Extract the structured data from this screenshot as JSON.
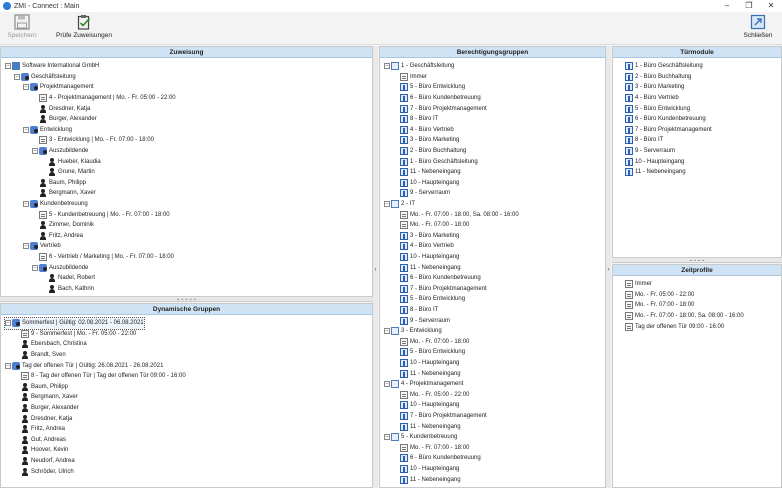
{
  "window": {
    "title": "ZMI - Connect : Main"
  },
  "toolbar": {
    "save_label": "Speichern",
    "check_label": "Prüfe Zuweisungen",
    "close_label": "Schließen"
  },
  "panels": {
    "zuweisung": {
      "title": "Zuweisung"
    },
    "dynamic": {
      "title": "Dynamische Gruppen"
    },
    "berechtigung": {
      "title": "Berechtigungsgruppen"
    },
    "tuermodule": {
      "title": "Türmodule"
    },
    "zeitprofile": {
      "title": "Zeitprofile"
    }
  },
  "zuweisung_tree": [
    {
      "level": 0,
      "exp": "-",
      "icon": "company",
      "text": "Software International GmbH"
    },
    {
      "level": 1,
      "exp": "-",
      "icon": "grp",
      "text": "Geschäftsleitung"
    },
    {
      "level": 2,
      "exp": "-",
      "icon": "grp",
      "text": "Projektmanagement"
    },
    {
      "level": 3,
      "exp": "",
      "icon": "sched",
      "text": "4 - Projektmanagement | Mo. - Fr. 05:00 - 22:00"
    },
    {
      "level": 3,
      "exp": "",
      "icon": "person",
      "text": "Dresdner, Katja"
    },
    {
      "level": 3,
      "exp": "",
      "icon": "person",
      "text": "Burger, Alexander"
    },
    {
      "level": 2,
      "exp": "-",
      "icon": "grp",
      "text": "Entwicklung"
    },
    {
      "level": 3,
      "exp": "",
      "icon": "sched",
      "text": "3 - Entwicklung | Mo. - Fr. 07:00 - 18:00"
    },
    {
      "level": 3,
      "exp": "-",
      "icon": "grp",
      "text": "Auszubildende"
    },
    {
      "level": 4,
      "exp": "",
      "icon": "person",
      "text": "Hueber, Klaudia"
    },
    {
      "level": 4,
      "exp": "",
      "icon": "person",
      "text": "Grune, Martin"
    },
    {
      "level": 3,
      "exp": "",
      "icon": "person",
      "text": "Baum, Philipp"
    },
    {
      "level": 3,
      "exp": "",
      "icon": "person",
      "text": "Bergmann, Xaver"
    },
    {
      "level": 2,
      "exp": "-",
      "icon": "grp",
      "text": "Kundenbetreuung"
    },
    {
      "level": 3,
      "exp": "",
      "icon": "sched",
      "text": "5 - Kundenbetreuung | Mo. - Fr. 07:00 - 18:00"
    },
    {
      "level": 3,
      "exp": "",
      "icon": "person",
      "text": "Zimmer, Dominik"
    },
    {
      "level": 3,
      "exp": "",
      "icon": "person",
      "text": "Fritz, Andrea"
    },
    {
      "level": 2,
      "exp": "-",
      "icon": "grp",
      "text": "Vertrieb"
    },
    {
      "level": 3,
      "exp": "",
      "icon": "sched",
      "text": "6 - Vertrieb / Marketing | Mo. - Fr. 07:00 - 18:00"
    },
    {
      "level": 3,
      "exp": "-",
      "icon": "grp",
      "text": "Auszubildende"
    },
    {
      "level": 4,
      "exp": "",
      "icon": "person",
      "text": "Nadel, Robert"
    },
    {
      "level": 4,
      "exp": "",
      "icon": "person",
      "text": "Bach, Kathrin"
    }
  ],
  "dynamic_tree": [
    {
      "level": 0,
      "exp": "-",
      "icon": "grp",
      "text": "Sommerfest | Gültig: 02.08.2021 - 06.08.2021",
      "selected": true
    },
    {
      "level": 1,
      "exp": "",
      "icon": "sched",
      "text": "9 - Sommerfest | Mo. - Fr. 05:00 - 22:00"
    },
    {
      "level": 1,
      "exp": "",
      "icon": "person",
      "text": "Ebersbach, Christina"
    },
    {
      "level": 1,
      "exp": "",
      "icon": "person",
      "text": "Brandt, Sven"
    },
    {
      "level": 0,
      "exp": "-",
      "icon": "grp",
      "text": "Tag der offenen Tür | Gültig: 26.08.2021 - 26.08.2021"
    },
    {
      "level": 1,
      "exp": "",
      "icon": "sched",
      "text": "8 - Tag der offenen Tür  | Tag der offenen Tür 09:00 - 16:00"
    },
    {
      "level": 1,
      "exp": "",
      "icon": "person",
      "text": "Baum, Philipp"
    },
    {
      "level": 1,
      "exp": "",
      "icon": "person",
      "text": "Bergmann, Xaver"
    },
    {
      "level": 1,
      "exp": "",
      "icon": "person",
      "text": "Burger, Alexander"
    },
    {
      "level": 1,
      "exp": "",
      "icon": "person",
      "text": "Dresdner, Katja"
    },
    {
      "level": 1,
      "exp": "",
      "icon": "person",
      "text": "Fritz, Andrea"
    },
    {
      "level": 1,
      "exp": "",
      "icon": "person",
      "text": "Gut, Andreas"
    },
    {
      "level": 1,
      "exp": "",
      "icon": "person",
      "text": "Hoover, Kevin"
    },
    {
      "level": 1,
      "exp": "",
      "icon": "person",
      "text": "Neudorf, Andrea"
    },
    {
      "level": 1,
      "exp": "",
      "icon": "person",
      "text": "Schröder, Ulrich"
    }
  ],
  "berechtigung_tree": [
    {
      "level": 0,
      "exp": "-",
      "icon": "ruleb",
      "text": "1 - Geschäftsleitung"
    },
    {
      "level": 1,
      "exp": "",
      "icon": "sched",
      "text": "Immer"
    },
    {
      "level": 1,
      "exp": "",
      "icon": "door",
      "text": "5 - Büro Entwicklung"
    },
    {
      "level": 1,
      "exp": "",
      "icon": "door",
      "text": "6 - Büro Kundenbetreuung"
    },
    {
      "level": 1,
      "exp": "",
      "icon": "door",
      "text": "7 - Büro Projektmanagement"
    },
    {
      "level": 1,
      "exp": "",
      "icon": "door",
      "text": "8 - Büro IT"
    },
    {
      "level": 1,
      "exp": "",
      "icon": "door",
      "text": "4 - Büro Vertrieb"
    },
    {
      "level": 1,
      "exp": "",
      "icon": "door",
      "text": "3 - Büro Marketing"
    },
    {
      "level": 1,
      "exp": "",
      "icon": "door",
      "text": "2 - Büro Buchhaltung"
    },
    {
      "level": 1,
      "exp": "",
      "icon": "door",
      "text": "1 - Büro Geschäftsleitung"
    },
    {
      "level": 1,
      "exp": "",
      "icon": "door",
      "text": "11 - Nebeneingang"
    },
    {
      "level": 1,
      "exp": "",
      "icon": "door",
      "text": "10 - Haupteingang"
    },
    {
      "level": 1,
      "exp": "",
      "icon": "door",
      "text": "9 - Serverraum"
    },
    {
      "level": 0,
      "exp": "-",
      "icon": "ruleb",
      "text": "2 - IT"
    },
    {
      "level": 1,
      "exp": "",
      "icon": "sched",
      "text": "Mo. - Fr. 07:00 - 18:00, Sa. 08:00 - 16:00"
    },
    {
      "level": 1,
      "exp": "",
      "icon": "sched",
      "text": "Mo. - Fr. 07:00 - 18:00"
    },
    {
      "level": 1,
      "exp": "",
      "icon": "door",
      "text": "3 - Büro Marketing"
    },
    {
      "level": 1,
      "exp": "",
      "icon": "door",
      "text": "4 - Büro Vertrieb"
    },
    {
      "level": 1,
      "exp": "",
      "icon": "door",
      "text": "10 - Haupteingang"
    },
    {
      "level": 1,
      "exp": "",
      "icon": "door",
      "text": "11 - Nebeneingang"
    },
    {
      "level": 1,
      "exp": "",
      "icon": "door",
      "text": "6 - Büro Kundenbetreuung"
    },
    {
      "level": 1,
      "exp": "",
      "icon": "door",
      "text": "7 - Büro Projektmanagement"
    },
    {
      "level": 1,
      "exp": "",
      "icon": "door",
      "text": "5 - Büro Entwicklung"
    },
    {
      "level": 1,
      "exp": "",
      "icon": "door",
      "text": "8 - Büro IT"
    },
    {
      "level": 1,
      "exp": "",
      "icon": "door",
      "text": "9 - Serverraum"
    },
    {
      "level": 0,
      "exp": "-",
      "icon": "ruleb",
      "text": "3 - Entwicklung"
    },
    {
      "level": 1,
      "exp": "",
      "icon": "sched",
      "text": "Mo. - Fr. 07:00 - 18:00"
    },
    {
      "level": 1,
      "exp": "",
      "icon": "door",
      "text": "5 - Büro Entwicklung"
    },
    {
      "level": 1,
      "exp": "",
      "icon": "door",
      "text": "10 - Haupteingang"
    },
    {
      "level": 1,
      "exp": "",
      "icon": "door",
      "text": "11 - Nebeneingang"
    },
    {
      "level": 0,
      "exp": "-",
      "icon": "ruleb",
      "text": "4 - Projektmanagement"
    },
    {
      "level": 1,
      "exp": "",
      "icon": "sched",
      "text": "Mo. - Fr. 05:00 - 22:00"
    },
    {
      "level": 1,
      "exp": "",
      "icon": "door",
      "text": "10 - Haupteingang"
    },
    {
      "level": 1,
      "exp": "",
      "icon": "door",
      "text": "7 - Büro Projektmanagement"
    },
    {
      "level": 1,
      "exp": "",
      "icon": "door",
      "text": "11 - Nebeneingang"
    },
    {
      "level": 0,
      "exp": "-",
      "icon": "ruleb",
      "text": "5 - Kundenbetreuung"
    },
    {
      "level": 1,
      "exp": "",
      "icon": "sched",
      "text": "Mo. - Fr. 07:00 - 18:00"
    },
    {
      "level": 1,
      "exp": "",
      "icon": "door",
      "text": "6 - Büro Kundenbetreuung"
    },
    {
      "level": 1,
      "exp": "",
      "icon": "door",
      "text": "10 - Haupteingang"
    },
    {
      "level": 1,
      "exp": "",
      "icon": "door",
      "text": "11 - Nebeneingang"
    }
  ],
  "tuermodule_list": [
    {
      "text": "1 - Büro Geschäftsleitung"
    },
    {
      "text": "2 - Büro Buchhaltung"
    },
    {
      "text": "3 - Büro Marketing"
    },
    {
      "text": "4 - Büro Vertrieb"
    },
    {
      "text": "5 - Büro Entwicklung"
    },
    {
      "text": "6 - Büro Kundenbetreuung"
    },
    {
      "text": "7 - Büro Projektmanagement"
    },
    {
      "text": "8 - Büro IT"
    },
    {
      "text": "9 - Serverraum"
    },
    {
      "text": "10 - Haupteingang"
    },
    {
      "text": "11 - Nebeneingang"
    }
  ],
  "zeitprofile_list": [
    {
      "text": "Immer"
    },
    {
      "text": "Mo. - Fr. 05:00 - 22:00"
    },
    {
      "text": "Mo. - Fr. 07:00 - 18:00"
    },
    {
      "text": "Mo. - Fr. 07:00 - 18:00, Sa. 08:00 - 16:00"
    },
    {
      "text": "Tag der offenen Tür 09:00 - 16:00"
    }
  ]
}
